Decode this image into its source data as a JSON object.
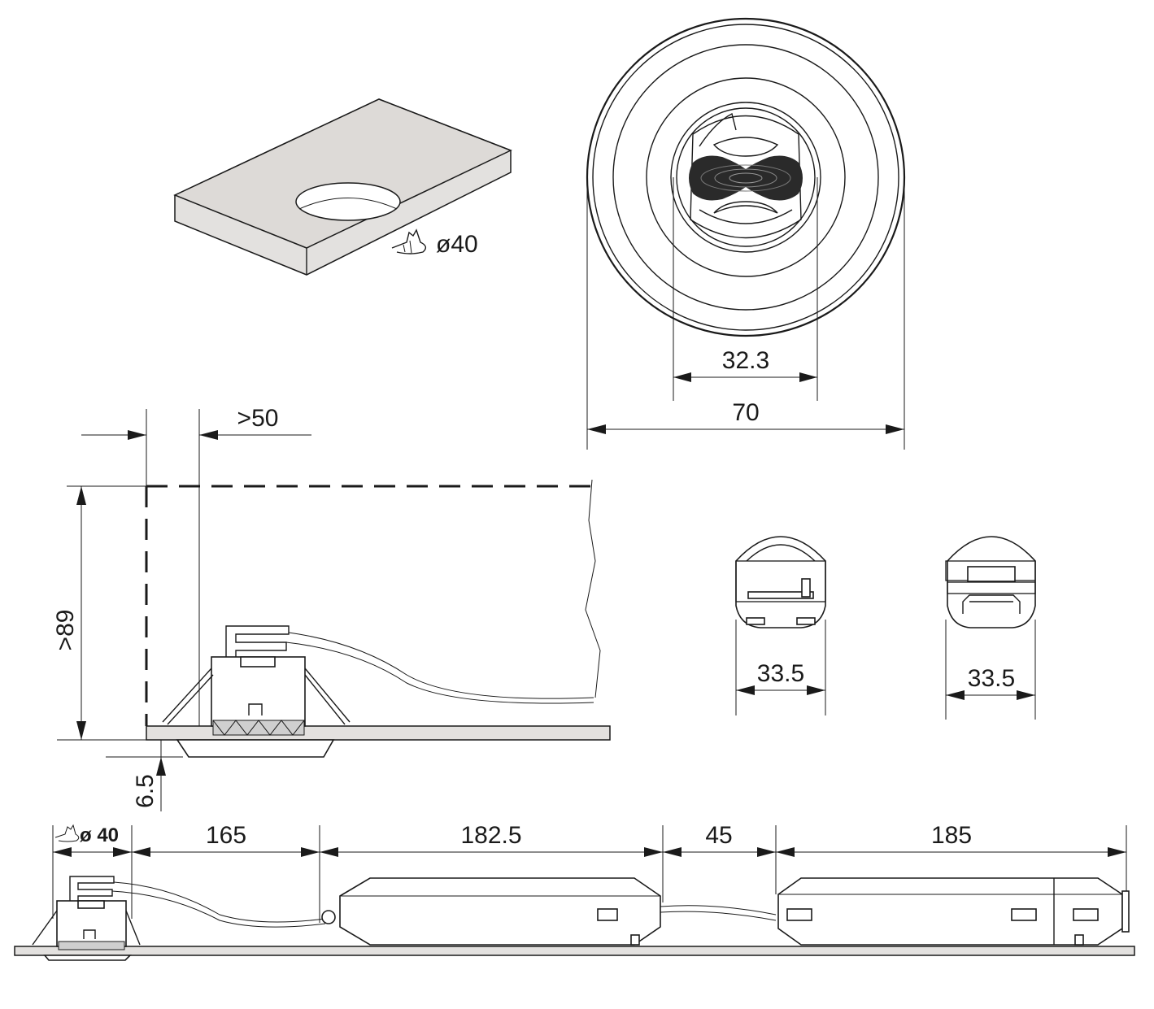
{
  "colors": {
    "line": "#1a1a1a",
    "panel_fill": "#e3e1df",
    "background": "#ffffff"
  },
  "icons": {
    "drill_hole": "drill-symbol-icon",
    "sensor_lens": "sensor-lens-icon"
  },
  "panel_view": {
    "hole_label": "ø40"
  },
  "top_view": {
    "inner_width": "32.3",
    "outer_width": "70"
  },
  "side_section": {
    "clearance": ">50",
    "depth": ">89",
    "protrusion": "6.5"
  },
  "side_views": {
    "width_left": "33.5",
    "width_right": "33.5"
  },
  "layout_row": {
    "hole_label": "ø 40",
    "dist_1": "165",
    "dist_2": "182.5",
    "dist_3": "45",
    "dist_4": "185"
  }
}
